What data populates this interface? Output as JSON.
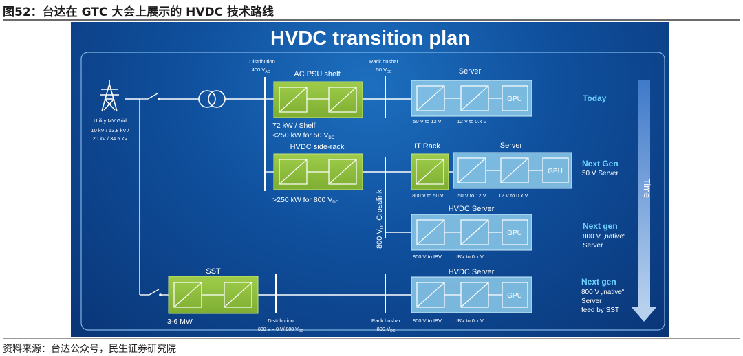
{
  "caption": "图52：台达在 GTC 大会上展示的 HVDC 技术路线",
  "source": "资料来源：台达公众号，民生证券研究院",
  "slide": {
    "title": "HVDC transition plan",
    "grid": {
      "label": "Utility MV Grid",
      "lines": [
        "10 kV / 13.8 kV /",
        "20 kV / 34.5 kV"
      ]
    },
    "distribution_top": {
      "label": "Distribution",
      "value": "400 V",
      "sub": "AC"
    },
    "rack_busbar_top": {
      "label": "Rack busbar",
      "value": "50 V",
      "sub": "DC"
    },
    "ac_psu_shelf": "AC PSU shelf",
    "shelf_note_1": "72 kW / Shelf",
    "shelf_note_2_prefix": "<250 kW for 50 V",
    "shelf_note_2_sub": "DC",
    "hvdc_side_rack": "HVDC side-rack",
    "side_rack_note_prefix": ">250 kW for 800 V",
    "side_rack_note_sub": "DC",
    "crosslink_prefix": "800 V",
    "crosslink_sub": "DC",
    "crosslink_suffix": " Crosslink",
    "server": "Server",
    "it_rack": "IT Rack",
    "hvdc_server": "HVDC Server",
    "gpu": "GPU",
    "sst": "SST",
    "sst_power": "3-6 MW",
    "distribution_bottom": {
      "label": "Distribution",
      "value": "800 V – 0 V/ 800 V",
      "sub": "DC"
    },
    "rack_busbar_bottom": {
      "label": "Rack busbar",
      "value": "800 V",
      "sub": "DC"
    },
    "conv_labels": {
      "row1": [
        "50 V to 12 V",
        "12 V to 0.x V"
      ],
      "row2_it": "800 V to 50 V",
      "row2": [
        "50 V to 12 V",
        "12 V to 0.x V"
      ],
      "row3": [
        "800 V to IBV",
        "IBV to 0.x V"
      ],
      "row4": [
        "800 V to IBV",
        "IBV to 0.x V"
      ]
    },
    "time_label": "Time",
    "stages": [
      {
        "title": "Today",
        "lines": []
      },
      {
        "title": "Next Gen",
        "lines": [
          "50 V Server"
        ]
      },
      {
        "title": "Next gen",
        "lines": [
          "800 V „native“",
          "Server"
        ]
      },
      {
        "title": "Next gen",
        "lines": [
          "800 V „native“",
          "Server",
          "feed by SST"
        ]
      }
    ],
    "colors": {
      "green": "#8bbf3a",
      "blue_box": "#8ecbea",
      "stage_title": "#6fd2ff",
      "arrow": "#a9c6ea"
    }
  }
}
